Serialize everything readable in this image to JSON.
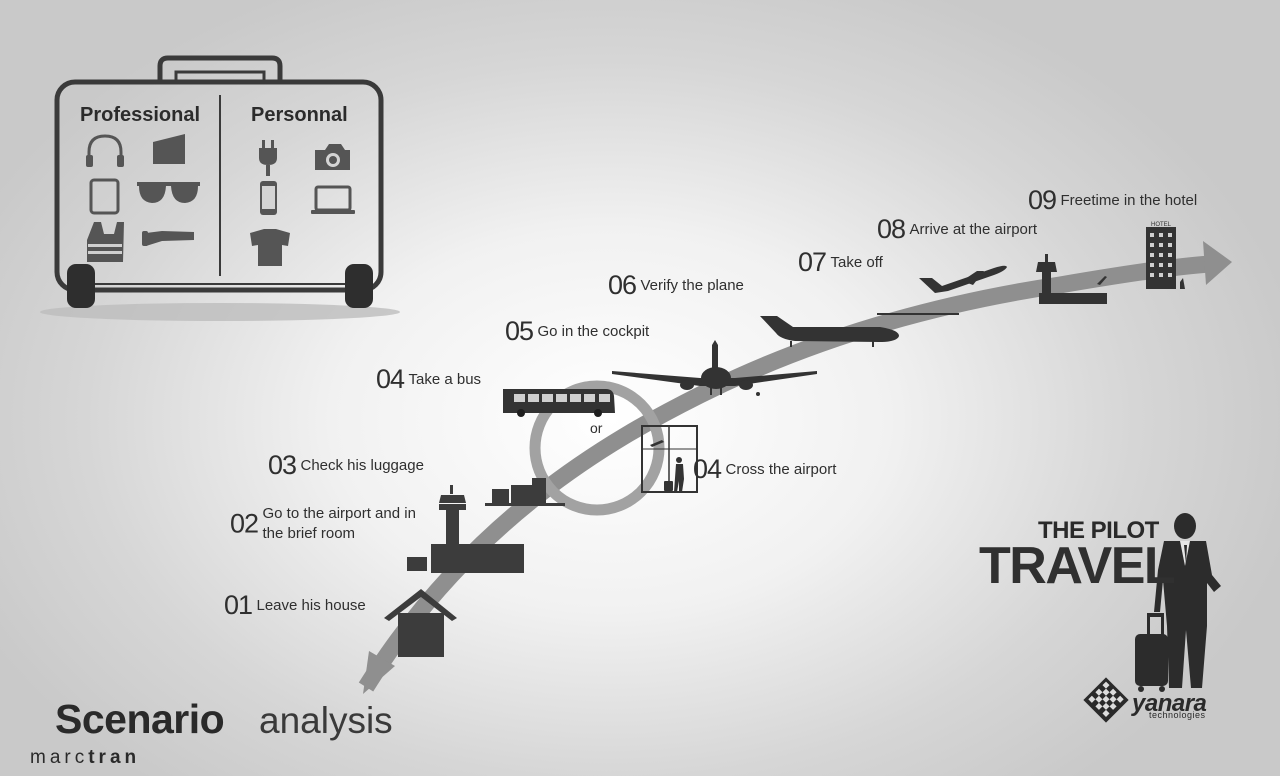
{
  "suitcase": {
    "professional_label": "Professional",
    "personal_label": "Personnal"
  },
  "steps": [
    {
      "num": "01",
      "label": "Leave his house"
    },
    {
      "num": "02",
      "label": "Go to the airport and in the brief room"
    },
    {
      "num": "03",
      "label": "Check his luggage"
    },
    {
      "num": "04",
      "label": "Take a bus"
    },
    {
      "num": "04",
      "label": "Cross the airport"
    },
    {
      "num": "05",
      "label": "Go in the cockpit"
    },
    {
      "num": "06",
      "label": "Verify the plane"
    },
    {
      "num": "07",
      "label": "Take off"
    },
    {
      "num": "08",
      "label": "Arrive at the airport"
    },
    {
      "num": "09",
      "label": "Freetime in the hotel"
    }
  ],
  "or_label": "or",
  "title": {
    "bold": "Scenario",
    "light": "analysis"
  },
  "author": {
    "light": "marc",
    "bold": "tran"
  },
  "pilot": {
    "line1": "THE PILOT",
    "line2": "TRAVEL"
  },
  "brand": {
    "name": "yanara",
    "tagline": "technologies"
  },
  "hotel_sign": "HOTEL",
  "colors": {
    "icon": "#3a3a3a",
    "arrow": "#8f8f8f",
    "text": "#2f2f2f"
  }
}
